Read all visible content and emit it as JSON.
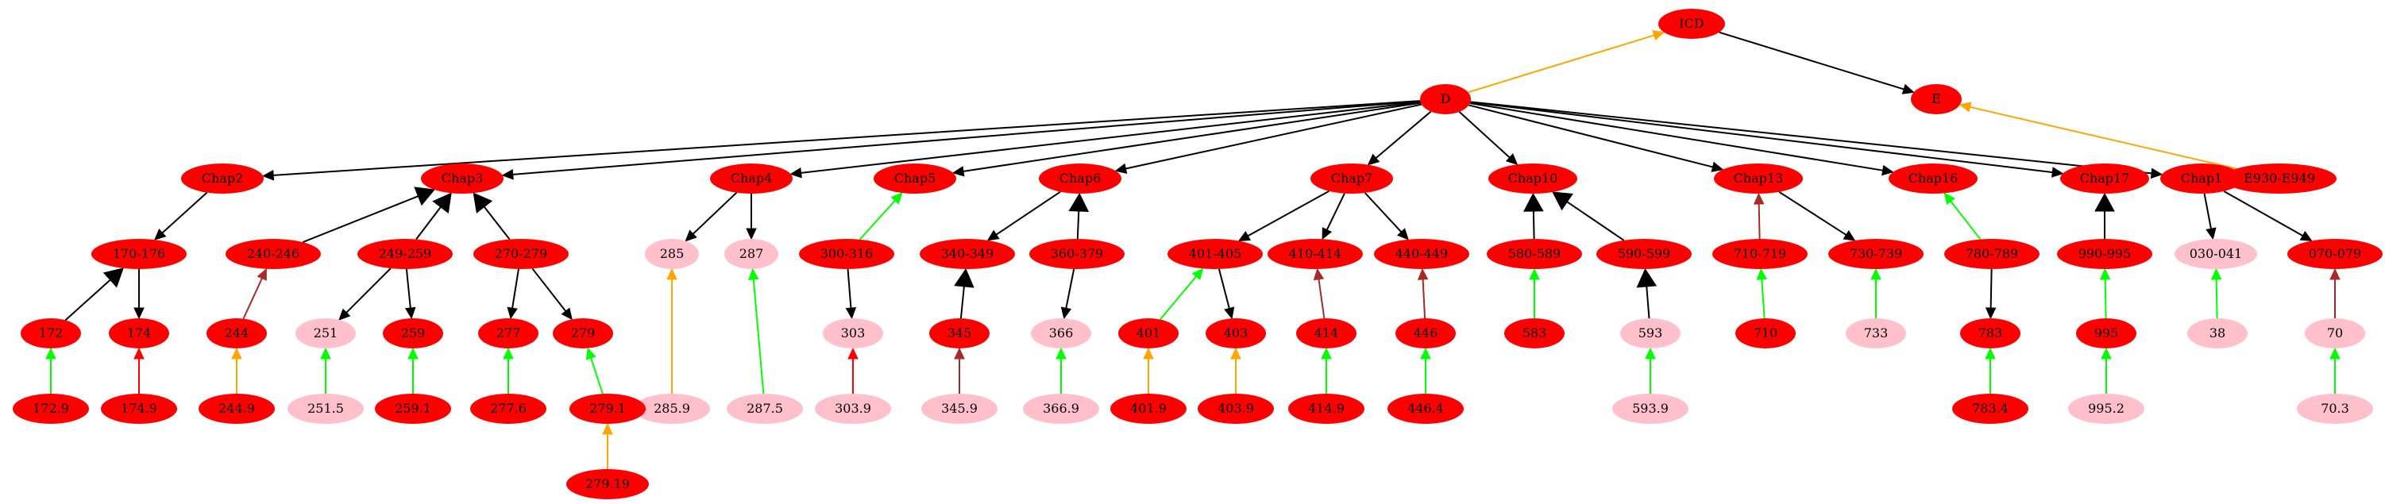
{
  "colors": {
    "red": "#ff0000",
    "pink": "#ffc0cb",
    "black": "#000000",
    "orange": "#ffa500",
    "green": "#00ff00",
    "brown": "#a52a2a"
  },
  "nodes": [
    {
      "id": "ICD",
      "label": "ICD",
      "fill": "red"
    },
    {
      "id": "D",
      "label": "D",
      "fill": "red"
    },
    {
      "id": "E",
      "label": "E",
      "fill": "red"
    },
    {
      "id": "E930",
      "label": "E930-E949",
      "fill": "red"
    },
    {
      "id": "Chap2",
      "label": "Chap2",
      "fill": "red"
    },
    {
      "id": "Chap3",
      "label": "Chap3",
      "fill": "red"
    },
    {
      "id": "Chap4",
      "label": "Chap4",
      "fill": "red"
    },
    {
      "id": "Chap5",
      "label": "Chap5",
      "fill": "red"
    },
    {
      "id": "Chap6",
      "label": "Chap6",
      "fill": "red"
    },
    {
      "id": "Chap7",
      "label": "Chap7",
      "fill": "red"
    },
    {
      "id": "Chap10",
      "label": "Chap10",
      "fill": "red"
    },
    {
      "id": "Chap13",
      "label": "Chap13",
      "fill": "red"
    },
    {
      "id": "Chap16",
      "label": "Chap16",
      "fill": "red"
    },
    {
      "id": "Chap17",
      "label": "Chap17",
      "fill": "red"
    },
    {
      "id": "Chap1",
      "label": "Chap1",
      "fill": "red"
    },
    {
      "id": "r170",
      "label": "170-176",
      "fill": "red"
    },
    {
      "id": "r240",
      "label": "240-246",
      "fill": "red"
    },
    {
      "id": "r249",
      "label": "249-259",
      "fill": "red"
    },
    {
      "id": "r270",
      "label": "270-279",
      "fill": "red"
    },
    {
      "id": "n285",
      "label": "285",
      "fill": "pink"
    },
    {
      "id": "n287",
      "label": "287",
      "fill": "pink"
    },
    {
      "id": "r300",
      "label": "300-316",
      "fill": "red"
    },
    {
      "id": "r340",
      "label": "340-349",
      "fill": "red"
    },
    {
      "id": "r360",
      "label": "360-379",
      "fill": "red"
    },
    {
      "id": "r401",
      "label": "401-405",
      "fill": "red"
    },
    {
      "id": "r410",
      "label": "410-414",
      "fill": "red"
    },
    {
      "id": "r440",
      "label": "440-449",
      "fill": "red"
    },
    {
      "id": "r580",
      "label": "580-589",
      "fill": "red"
    },
    {
      "id": "r590",
      "label": "590-599",
      "fill": "red"
    },
    {
      "id": "r710",
      "label": "710-719",
      "fill": "red"
    },
    {
      "id": "r730",
      "label": "730-739",
      "fill": "red"
    },
    {
      "id": "r780",
      "label": "780-789",
      "fill": "red"
    },
    {
      "id": "r990",
      "label": "990-995",
      "fill": "red"
    },
    {
      "id": "r030",
      "label": "030-041",
      "fill": "pink"
    },
    {
      "id": "r070",
      "label": "070-079",
      "fill": "red"
    },
    {
      "id": "n172",
      "label": "172",
      "fill": "red"
    },
    {
      "id": "n174",
      "label": "174",
      "fill": "red"
    },
    {
      "id": "n244",
      "label": "244",
      "fill": "red"
    },
    {
      "id": "n251",
      "label": "251",
      "fill": "pink"
    },
    {
      "id": "n259",
      "label": "259",
      "fill": "red"
    },
    {
      "id": "n277",
      "label": "277",
      "fill": "red"
    },
    {
      "id": "n279",
      "label": "279",
      "fill": "red"
    },
    {
      "id": "n303",
      "label": "303",
      "fill": "pink"
    },
    {
      "id": "n345",
      "label": "345",
      "fill": "red"
    },
    {
      "id": "n366",
      "label": "366",
      "fill": "pink"
    },
    {
      "id": "n401",
      "label": "401",
      "fill": "red"
    },
    {
      "id": "n403",
      "label": "403",
      "fill": "red"
    },
    {
      "id": "n414",
      "label": "414",
      "fill": "red"
    },
    {
      "id": "n446",
      "label": "446",
      "fill": "red"
    },
    {
      "id": "n583",
      "label": "583",
      "fill": "red"
    },
    {
      "id": "n593",
      "label": "593",
      "fill": "pink"
    },
    {
      "id": "n710",
      "label": "710",
      "fill": "red"
    },
    {
      "id": "n733",
      "label": "733",
      "fill": "pink"
    },
    {
      "id": "n783",
      "label": "783",
      "fill": "red"
    },
    {
      "id": "n995",
      "label": "995",
      "fill": "red"
    },
    {
      "id": "n38",
      "label": "38",
      "fill": "pink"
    },
    {
      "id": "n70",
      "label": "70",
      "fill": "pink"
    },
    {
      "id": "n1729",
      "label": "172.9",
      "fill": "red"
    },
    {
      "id": "n1749",
      "label": "174.9",
      "fill": "red"
    },
    {
      "id": "n2449",
      "label": "244.9",
      "fill": "red"
    },
    {
      "id": "n2859",
      "label": "285.9",
      "fill": "pink"
    },
    {
      "id": "n2875",
      "label": "287.5",
      "fill": "pink"
    },
    {
      "id": "n2515",
      "label": "251.5",
      "fill": "pink"
    },
    {
      "id": "n2591",
      "label": "259.1",
      "fill": "red"
    },
    {
      "id": "n2776",
      "label": "277.6",
      "fill": "red"
    },
    {
      "id": "n2791",
      "label": "279.1",
      "fill": "red"
    },
    {
      "id": "n27919",
      "label": "279.19",
      "fill": "red"
    },
    {
      "id": "n3039",
      "label": "303.9",
      "fill": "pink"
    },
    {
      "id": "n3459",
      "label": "345.9",
      "fill": "pink"
    },
    {
      "id": "n3669",
      "label": "366.9",
      "fill": "pink"
    },
    {
      "id": "n4019",
      "label": "401.9",
      "fill": "red"
    },
    {
      "id": "n4039",
      "label": "403.9",
      "fill": "red"
    },
    {
      "id": "n4149",
      "label": "414.9",
      "fill": "red"
    },
    {
      "id": "n4464",
      "label": "446.4",
      "fill": "red"
    },
    {
      "id": "n5939",
      "label": "593.9",
      "fill": "pink"
    },
    {
      "id": "n7834",
      "label": "783.4",
      "fill": "red"
    },
    {
      "id": "n9952",
      "label": "995.2",
      "fill": "pink"
    },
    {
      "id": "n703",
      "label": "70.3",
      "fill": "pink"
    }
  ],
  "edges": [
    {
      "from": "D",
      "to": "ICD",
      "color": "orange",
      "dir": "to",
      "head": "normal"
    },
    {
      "from": "ICD",
      "to": "E",
      "color": "black",
      "dir": "to",
      "head": "normal"
    },
    {
      "from": "E930",
      "to": "E",
      "color": "orange",
      "dir": "to",
      "head": "normal"
    },
    {
      "from": "D",
      "to": "Chap2",
      "color": "black",
      "dir": "to",
      "head": "normal"
    },
    {
      "from": "D",
      "to": "Chap3",
      "color": "black",
      "dir": "to",
      "head": "normal"
    },
    {
      "from": "D",
      "to": "Chap4",
      "color": "black",
      "dir": "to",
      "head": "normal"
    },
    {
      "from": "D",
      "to": "Chap5",
      "color": "black",
      "dir": "to",
      "head": "normal"
    },
    {
      "from": "D",
      "to": "Chap6",
      "color": "black",
      "dir": "to",
      "head": "normal"
    },
    {
      "from": "D",
      "to": "Chap7",
      "color": "black",
      "dir": "to",
      "head": "normal"
    },
    {
      "from": "D",
      "to": "Chap10",
      "color": "black",
      "dir": "to",
      "head": "normal"
    },
    {
      "from": "D",
      "to": "Chap13",
      "color": "black",
      "dir": "to",
      "head": "normal"
    },
    {
      "from": "D",
      "to": "Chap16",
      "color": "black",
      "dir": "to",
      "head": "normal"
    },
    {
      "from": "D",
      "to": "Chap17",
      "color": "black",
      "dir": "to",
      "head": "normal"
    },
    {
      "from": "D",
      "to": "Chap1",
      "color": "black",
      "dir": "to",
      "head": "normal"
    },
    {
      "from": "Chap2",
      "to": "r170",
      "color": "black",
      "dir": "to",
      "head": "normal"
    },
    {
      "from": "Chap3",
      "to": "r240",
      "color": "black",
      "dir": "from",
      "head": "large"
    },
    {
      "from": "Chap3",
      "to": "r249",
      "color": "black",
      "dir": "from",
      "head": "large"
    },
    {
      "from": "Chap3",
      "to": "r270",
      "color": "black",
      "dir": "from",
      "head": "large"
    },
    {
      "from": "Chap4",
      "to": "n285",
      "color": "black",
      "dir": "to",
      "head": "normal"
    },
    {
      "from": "Chap4",
      "to": "n287",
      "color": "black",
      "dir": "to",
      "head": "normal"
    },
    {
      "from": "Chap5",
      "to": "r300",
      "color": "green",
      "dir": "from",
      "head": "normal"
    },
    {
      "from": "Chap6",
      "to": "r340",
      "color": "black",
      "dir": "to",
      "head": "normal"
    },
    {
      "from": "Chap6",
      "to": "r360",
      "color": "black",
      "dir": "from",
      "head": "large"
    },
    {
      "from": "Chap7",
      "to": "r401",
      "color": "black",
      "dir": "to",
      "head": "normal"
    },
    {
      "from": "Chap7",
      "to": "r410",
      "color": "black",
      "dir": "to",
      "head": "normal"
    },
    {
      "from": "Chap7",
      "to": "r440",
      "color": "black",
      "dir": "to",
      "head": "normal"
    },
    {
      "from": "Chap10",
      "to": "r580",
      "color": "black",
      "dir": "from",
      "head": "large"
    },
    {
      "from": "Chap10",
      "to": "r590",
      "color": "black",
      "dir": "from",
      "head": "large"
    },
    {
      "from": "Chap13",
      "to": "r710",
      "color": "brown",
      "dir": "from",
      "head": "normal"
    },
    {
      "from": "Chap13",
      "to": "r730",
      "color": "black",
      "dir": "to",
      "head": "normal"
    },
    {
      "from": "Chap16",
      "to": "r780",
      "color": "green",
      "dir": "from",
      "head": "normal"
    },
    {
      "from": "Chap17",
      "to": "r990",
      "color": "black",
      "dir": "from",
      "head": "large"
    },
    {
      "from": "Chap1",
      "to": "r030",
      "color": "black",
      "dir": "to",
      "head": "normal"
    },
    {
      "from": "Chap1",
      "to": "r070",
      "color": "black",
      "dir": "to",
      "head": "normal"
    },
    {
      "from": "r170",
      "to": "n172",
      "color": "black",
      "dir": "from",
      "head": "large"
    },
    {
      "from": "r170",
      "to": "n174",
      "color": "black",
      "dir": "to",
      "head": "normal"
    },
    {
      "from": "r240",
      "to": "n244",
      "color": "brown",
      "dir": "from",
      "head": "normal"
    },
    {
      "from": "r249",
      "to": "n251",
      "color": "black",
      "dir": "to",
      "head": "normal"
    },
    {
      "from": "r249",
      "to": "n259",
      "color": "black",
      "dir": "to",
      "head": "normal"
    },
    {
      "from": "r270",
      "to": "n277",
      "color": "black",
      "dir": "to",
      "head": "normal"
    },
    {
      "from": "r270",
      "to": "n279",
      "color": "black",
      "dir": "to",
      "head": "normal"
    },
    {
      "from": "r300",
      "to": "n303",
      "color": "black",
      "dir": "to",
      "head": "normal"
    },
    {
      "from": "r340",
      "to": "n345",
      "color": "black",
      "dir": "from",
      "head": "large"
    },
    {
      "from": "r360",
      "to": "n366",
      "color": "black",
      "dir": "to",
      "head": "normal"
    },
    {
      "from": "r401",
      "to": "n401",
      "color": "green",
      "dir": "from",
      "head": "normal"
    },
    {
      "from": "r401",
      "to": "n403",
      "color": "black",
      "dir": "to",
      "head": "normal"
    },
    {
      "from": "r410",
      "to": "n414",
      "color": "brown",
      "dir": "from",
      "head": "normal"
    },
    {
      "from": "r440",
      "to": "n446",
      "color": "brown",
      "dir": "from",
      "head": "normal"
    },
    {
      "from": "r580",
      "to": "n583",
      "color": "green",
      "dir": "from",
      "head": "normal"
    },
    {
      "from": "r590",
      "to": "n593",
      "color": "black",
      "dir": "from",
      "head": "large"
    },
    {
      "from": "r710",
      "to": "n710",
      "color": "green",
      "dir": "from",
      "head": "normal"
    },
    {
      "from": "r730",
      "to": "n733",
      "color": "green",
      "dir": "from",
      "head": "normal"
    },
    {
      "from": "r780",
      "to": "n783",
      "color": "black",
      "dir": "to",
      "head": "normal"
    },
    {
      "from": "r990",
      "to": "n995",
      "color": "green",
      "dir": "from",
      "head": "normal"
    },
    {
      "from": "r030",
      "to": "n38",
      "color": "green",
      "dir": "from",
      "head": "normal"
    },
    {
      "from": "r070",
      "to": "n70",
      "color": "brown",
      "dir": "from",
      "head": "normal"
    },
    {
      "from": "n172",
      "to": "n1729",
      "color": "green",
      "dir": "from",
      "head": "normal"
    },
    {
      "from": "n174",
      "to": "n1749",
      "color": "red",
      "dir": "from",
      "head": "normal"
    },
    {
      "from": "n244",
      "to": "n2449",
      "color": "orange",
      "dir": "from",
      "head": "normal"
    },
    {
      "from": "n285",
      "to": "n2859",
      "color": "orange",
      "dir": "from",
      "head": "normal"
    },
    {
      "from": "n287",
      "to": "n2875",
      "color": "green",
      "dir": "from",
      "head": "normal"
    },
    {
      "from": "n251",
      "to": "n2515",
      "color": "green",
      "dir": "from",
      "head": "normal"
    },
    {
      "from": "n259",
      "to": "n2591",
      "color": "green",
      "dir": "from",
      "head": "normal"
    },
    {
      "from": "n277",
      "to": "n2776",
      "color": "green",
      "dir": "from",
      "head": "normal"
    },
    {
      "from": "n279",
      "to": "n2791",
      "color": "green",
      "dir": "from",
      "head": "normal"
    },
    {
      "from": "n2791",
      "to": "n27919",
      "color": "orange",
      "dir": "from",
      "head": "normal"
    },
    {
      "from": "n303",
      "to": "n3039",
      "color": "red",
      "dir": "from",
      "head": "normal"
    },
    {
      "from": "n345",
      "to": "n3459",
      "color": "brown",
      "dir": "from",
      "head": "normal"
    },
    {
      "from": "n366",
      "to": "n3669",
      "color": "green",
      "dir": "from",
      "head": "normal"
    },
    {
      "from": "n401",
      "to": "n4019",
      "color": "orange",
      "dir": "from",
      "head": "normal"
    },
    {
      "from": "n403",
      "to": "n4039",
      "color": "orange",
      "dir": "from",
      "head": "normal"
    },
    {
      "from": "n414",
      "to": "n4149",
      "color": "green",
      "dir": "from",
      "head": "normal"
    },
    {
      "from": "n446",
      "to": "n4464",
      "color": "green",
      "dir": "from",
      "head": "normal"
    },
    {
      "from": "n593",
      "to": "n5939",
      "color": "green",
      "dir": "from",
      "head": "normal"
    },
    {
      "from": "n783",
      "to": "n7834",
      "color": "green",
      "dir": "from",
      "head": "normal"
    },
    {
      "from": "n995",
      "to": "n9952",
      "color": "green",
      "dir": "from",
      "head": "normal"
    },
    {
      "from": "n70",
      "to": "n703",
      "color": "green",
      "dir": "from",
      "head": "normal"
    }
  ]
}
